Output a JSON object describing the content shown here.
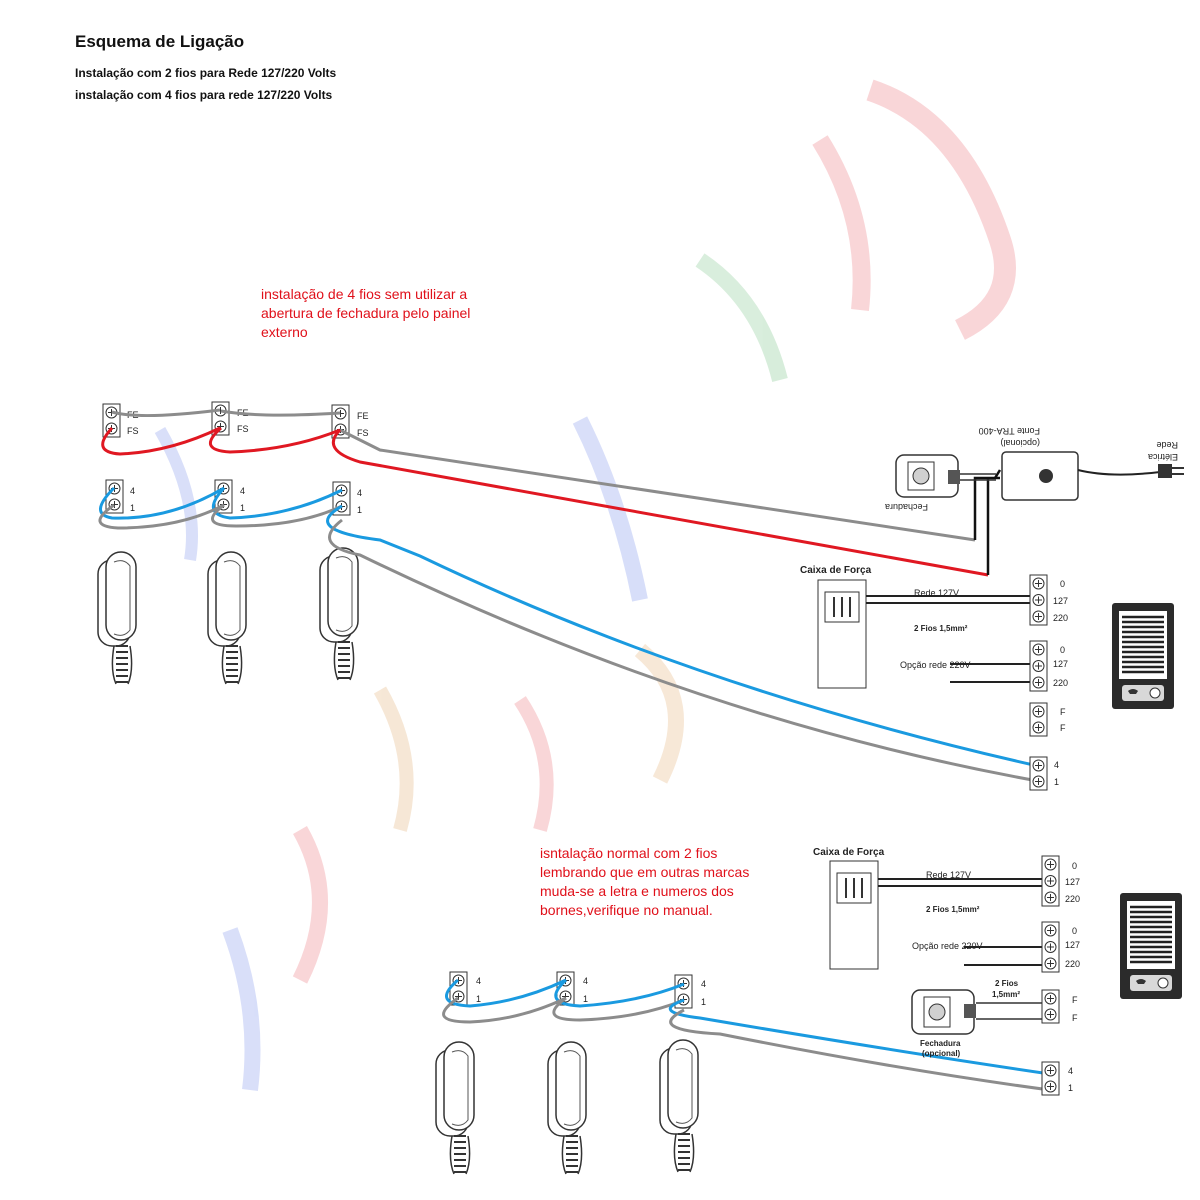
{
  "header": {
    "title": "Esquema de Ligação",
    "subtitle_1": "Instalação com 2 fios para Rede 127/220 Volts",
    "subtitle_2": "instalação com 4 fios para rede 127/220 Volts"
  },
  "notes": {
    "top": "instalação de 4 fios sem utilizar a\nabertura de fechadura pelo painel\nexterno",
    "bottom": "isntalação normal com 2 fios\nlembrando que em outras marcas\nmuda-se a letra e numeros dos\nbornes,verifique no manual."
  },
  "terminals": {
    "fe": "FE",
    "fs": "FS",
    "four": "4",
    "one": "1",
    "zero": "0",
    "v127": "127",
    "v220": "220",
    "f": "F"
  },
  "power_box": {
    "title": "Caixa de Força",
    "rede_127": "Rede 127V",
    "two_wires": "2 Fios 1,5mm²",
    "opcao_220": "Opção rede 220V"
  },
  "lock": {
    "label": "Fechadura",
    "label_optional": "(opcional)",
    "two_wires_lines": [
      "2 Fios",
      "1,5mm²"
    ]
  },
  "power_supply": {
    "label": "Fonte TRA-400",
    "label_optional": "(opcional)",
    "mains_lines": [
      "Rede",
      "Elétrica"
    ]
  },
  "colors": {
    "red_wire": "#e01822",
    "blue_wire": "#1a9ae0",
    "gray_wire": "#8c8c8c",
    "note_text": "#e0101a"
  }
}
